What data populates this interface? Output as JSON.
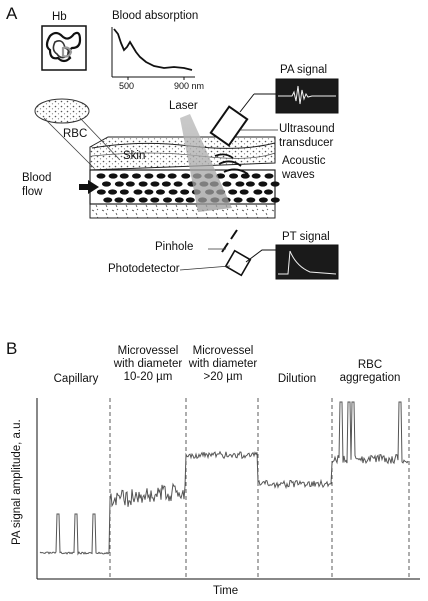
{
  "panel_a": {
    "letter": "A",
    "labels": {
      "hb": "Hb",
      "blood_absorption": "Blood absorption",
      "tick_500": "500",
      "tick_900": "900 nm",
      "rbc": "RBC",
      "laser": "Laser",
      "pa_signal": "PA signal",
      "ultrasound_line1": "Ultrasound",
      "ultrasound_line2": "transducer",
      "skin": "Skin",
      "acoustic_line1": "Acoustic",
      "acoustic_line2": "waves",
      "blood_line1": "Blood",
      "blood_line2": "flow",
      "pinhole": "Pinhole",
      "pt_signal": "PT signal",
      "photodetector": "Photodetector"
    }
  },
  "panel_b": {
    "letter": "B",
    "y_label": "PA signal amplitude, a.u.",
    "x_label": "Time",
    "segments": [
      {
        "line1": "Capillary",
        "line2": "",
        "line3": ""
      },
      {
        "line1": "Microvessel",
        "line2": "with diameter",
        "line3": "10-20 µm"
      },
      {
        "line1": "Microvessel",
        "line2": "with diameter",
        "line3": ">20 µm"
      },
      {
        "line1": "Dilution",
        "line2": "",
        "line3": ""
      },
      {
        "line1": "RBC",
        "line2": "aggregation",
        "line3": ""
      }
    ]
  }
}
